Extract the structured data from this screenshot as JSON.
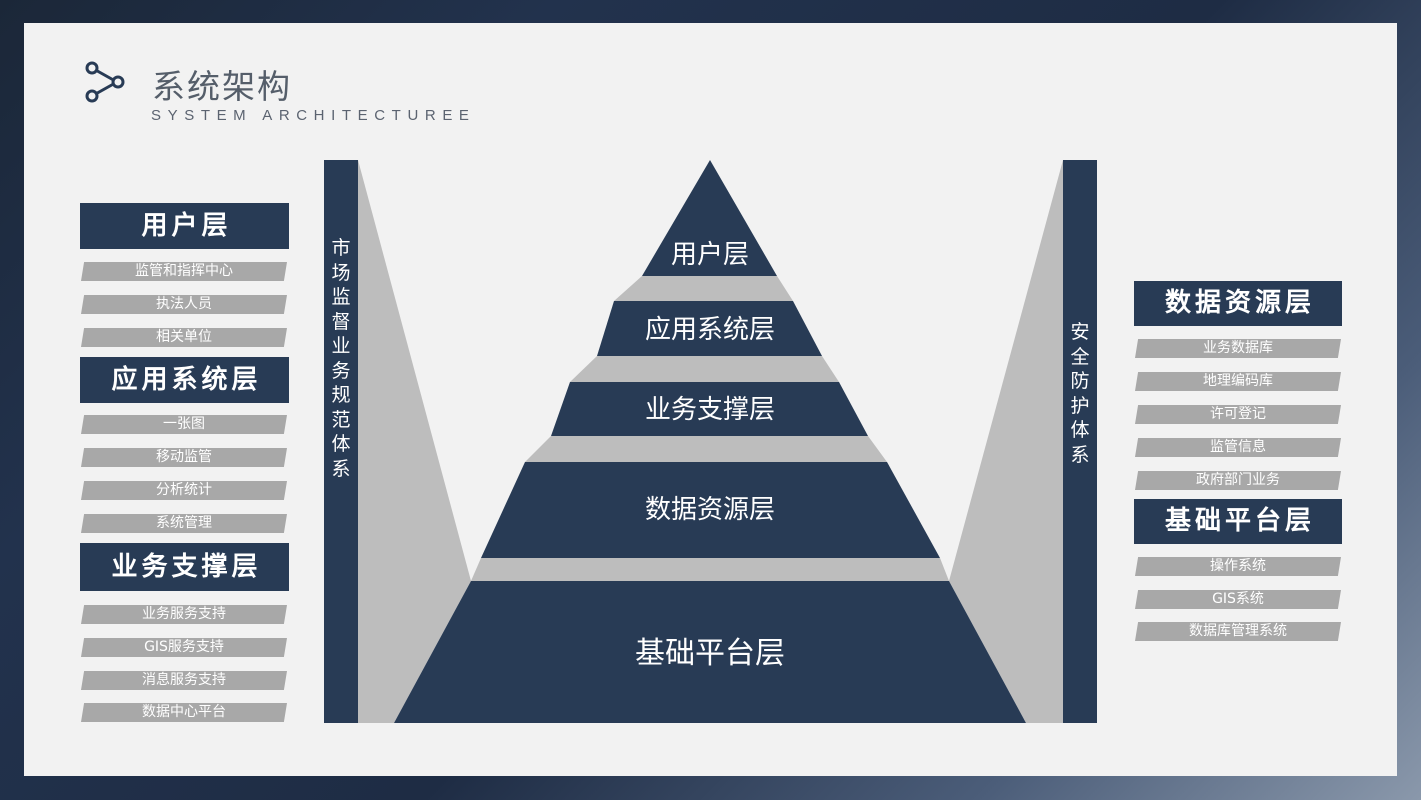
{
  "header": {
    "title": "系统架构",
    "subtitle": "SYSTEM ARCHITECTUREE",
    "icon": "share-nodes-icon"
  },
  "colors": {
    "navy": "#283b55",
    "gray_item": "#a8a8a8",
    "gray_funnel": "#bdbdbd",
    "background": "#f2f2f2"
  },
  "pyramid": {
    "levels": [
      {
        "label": "用户层"
      },
      {
        "label": "应用系统层"
      },
      {
        "label": "业务支撑层"
      },
      {
        "label": "数据资源层"
      },
      {
        "label": "基础平台层"
      }
    ]
  },
  "side_bars": {
    "left": "市场监督业务规范体系",
    "right": "安全防护体系"
  },
  "left_panel": [
    {
      "title": "用户层",
      "items": [
        "监管和指挥中心",
        "执法人员",
        "相关单位"
      ]
    },
    {
      "title": "应用系统层",
      "items": [
        "一张图",
        "移动监管",
        "分析统计",
        "系统管理"
      ]
    },
    {
      "title": "业务支撑层",
      "items": [
        "业务服务支持",
        "GIS服务支持",
        "消息服务支持",
        "数据中心平台"
      ]
    }
  ],
  "right_panel": [
    {
      "title": "数据资源层",
      "items": [
        "业务数据库",
        "地理编码库",
        "许可登记",
        "监管信息",
        "政府部门业务"
      ]
    },
    {
      "title": "基础平台层",
      "items": [
        "操作系统",
        "GIS系统",
        "数据库管理系统"
      ]
    }
  ]
}
